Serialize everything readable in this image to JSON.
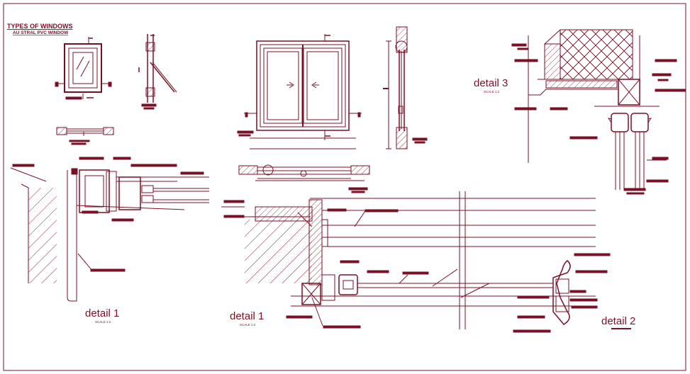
{
  "sheet": {
    "title": "TYPES OF WINDOWS",
    "subtitle": "AU STRAL PVC WINDOW"
  },
  "details": [
    {
      "label": "detail 1",
      "scale": "SCALE 1:2"
    },
    {
      "label": "detail 1",
      "scale": "SCALE 1:2"
    },
    {
      "label": "detail 2",
      "scale": ""
    },
    {
      "label": "detail 3",
      "scale": "SCALE 1:2"
    }
  ],
  "colors": {
    "ink": "#7a1025",
    "hatch": "#7a1025",
    "background": "#ffffff"
  }
}
